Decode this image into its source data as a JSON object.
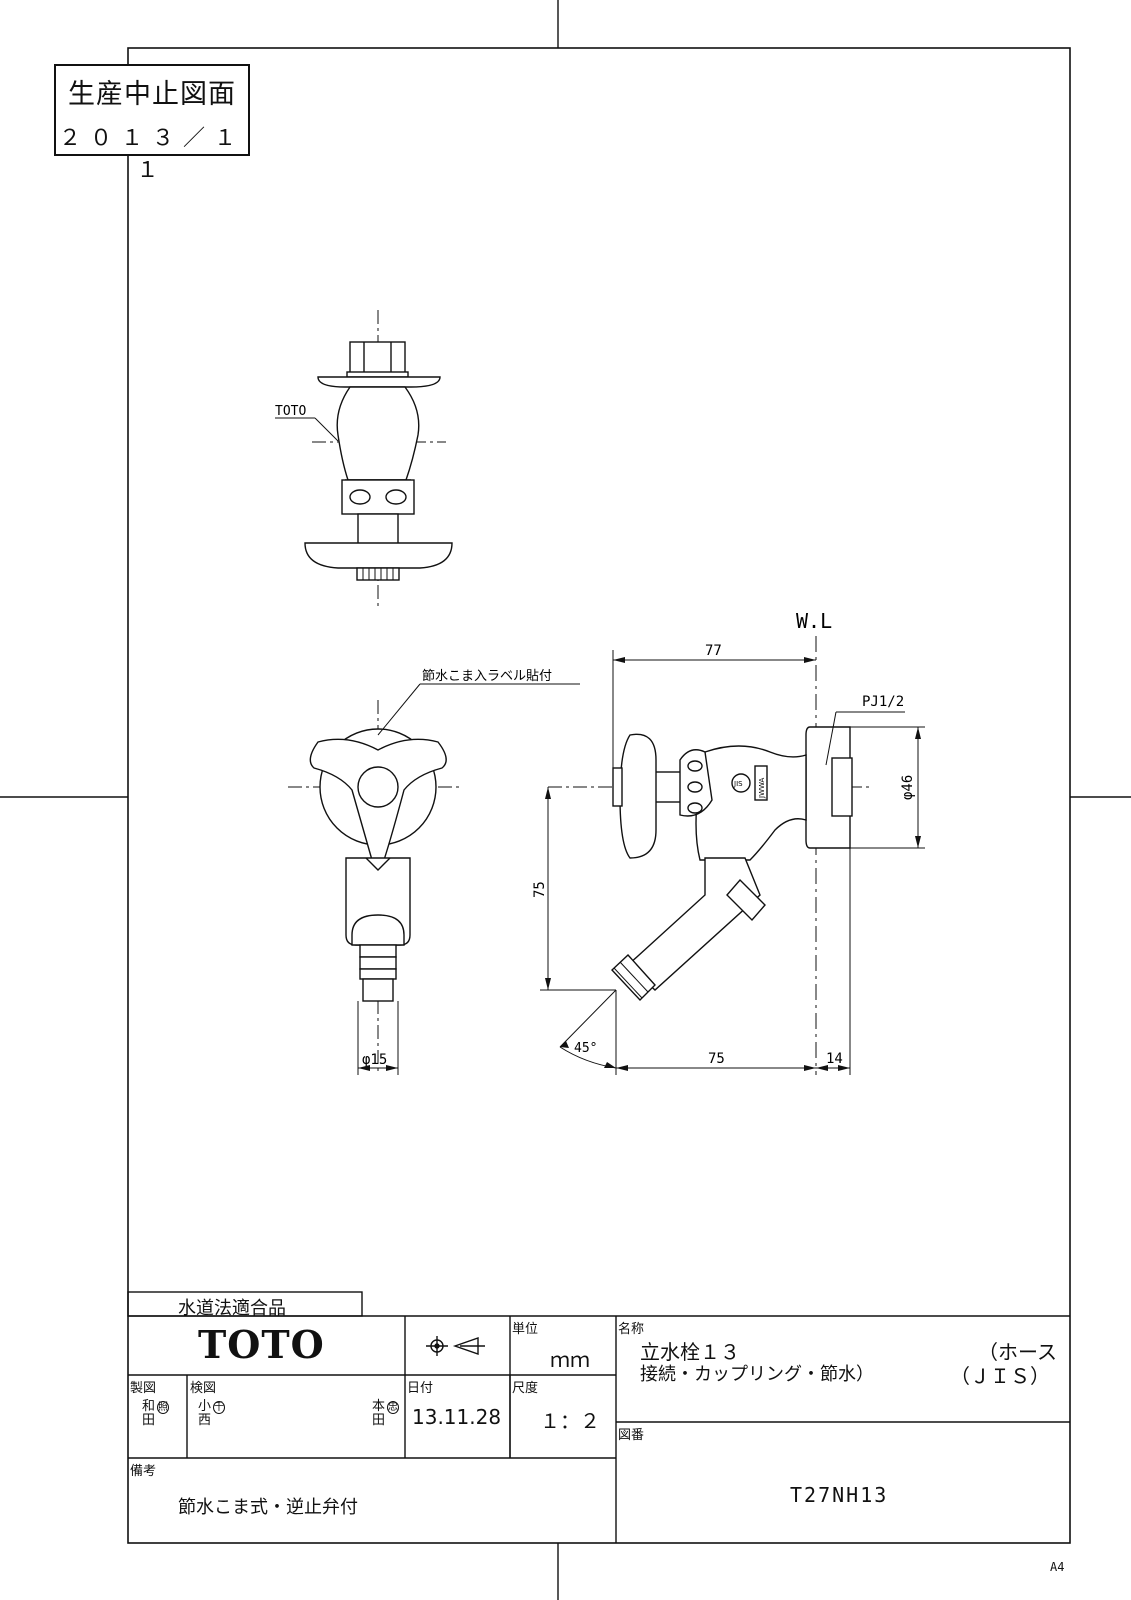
{
  "stamp": {
    "title": "生産中止図面",
    "date": "２０１３／１１"
  },
  "drawing": {
    "labels": {
      "brand_mark": "TOTO",
      "wl": "W.L",
      "label_note": "節水こま入ラベル貼付",
      "thread": "PJ1/2",
      "jis_mark": "JIS",
      "jwwa_mark": "JWWA"
    },
    "dimensions": {
      "top_width": "77",
      "flange_dia": "φ46",
      "height": "75",
      "bottom_length": "75",
      "offset": "14",
      "angle": "45°",
      "hose_dia": "φ15"
    }
  },
  "title_block": {
    "certification": "水道法適合品",
    "brand": "TOTO",
    "unit_label": "単位",
    "unit_value": "ｍｍ",
    "name_label": "名称",
    "name_line1": "立水栓１３",
    "name_line1_right": "（ホース",
    "name_line2": "接続・カップリング・節水）",
    "name_line2_right": "（ＪＩＳ）",
    "drawn_label": "製図",
    "checked_label": "検図",
    "date_label": "日付",
    "date_value": "13.11.28",
    "scale_label": "尺度",
    "scale_value": "１：２",
    "drawing_no_label": "図番",
    "drawing_no": "T27NH13",
    "remarks_label": "備考",
    "remarks": "節水こま式・逆止弁付",
    "sig_drawn": [
      "和",
      "田",
      "照"
    ],
    "sig_checked": [
      "小",
      "西",
      "千"
    ],
    "sig_approved": [
      "本",
      "田",
      "忠"
    ]
  },
  "paper_size": "A4"
}
